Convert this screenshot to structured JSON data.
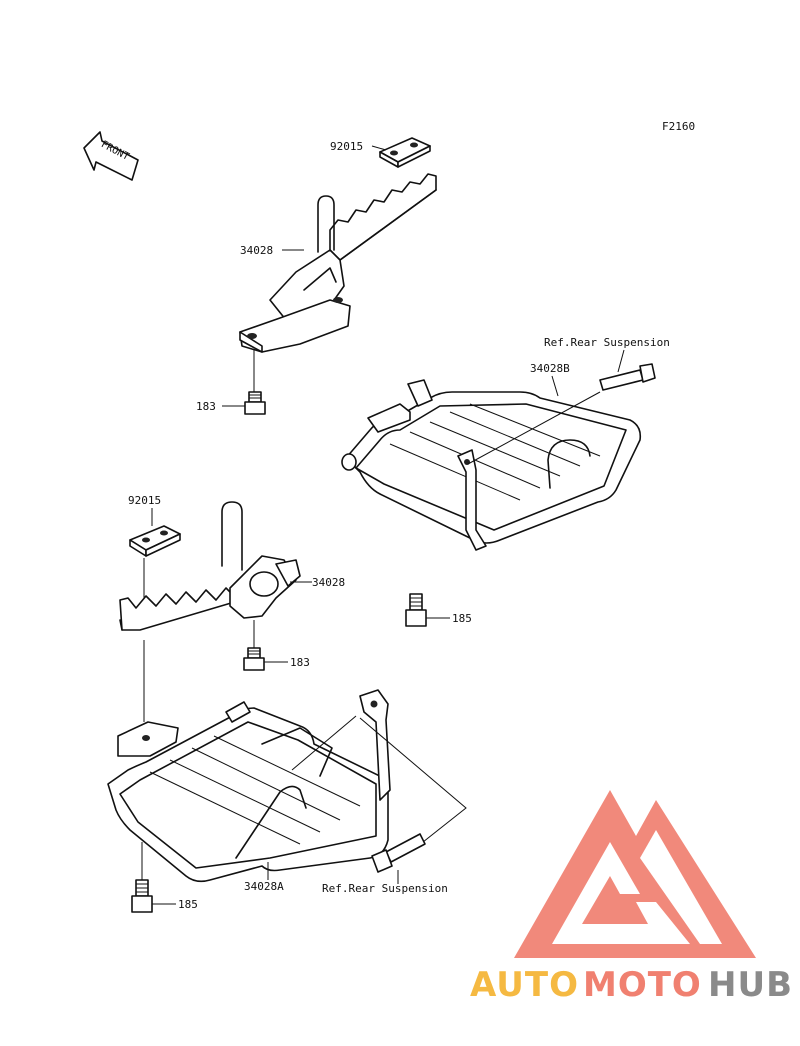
{
  "figure_code": "F2160",
  "front_label": "FRONT",
  "parts": {
    "pad_top": "92015",
    "footpeg_top": "34028",
    "bolt_top": "183",
    "guard_top_ref": "Ref.Rear Suspension",
    "guard_top": "34028B",
    "pad_bottom": "92015",
    "footpeg_bottom": "34028",
    "bolt_bottom": "183",
    "bolt_mid": "185",
    "bolt_lower": "185",
    "guard_bottom": "34028A",
    "guard_bottom_ref": "Ref.Rear Suspension"
  },
  "watermark": {
    "part1": "AUTO",
    "part2": "MOTO",
    "part3": "HUB",
    "colors": {
      "auto": "#f5b942",
      "moto": "#f08070",
      "hub": "#8a8a8a",
      "triangle": "#f08070"
    }
  }
}
